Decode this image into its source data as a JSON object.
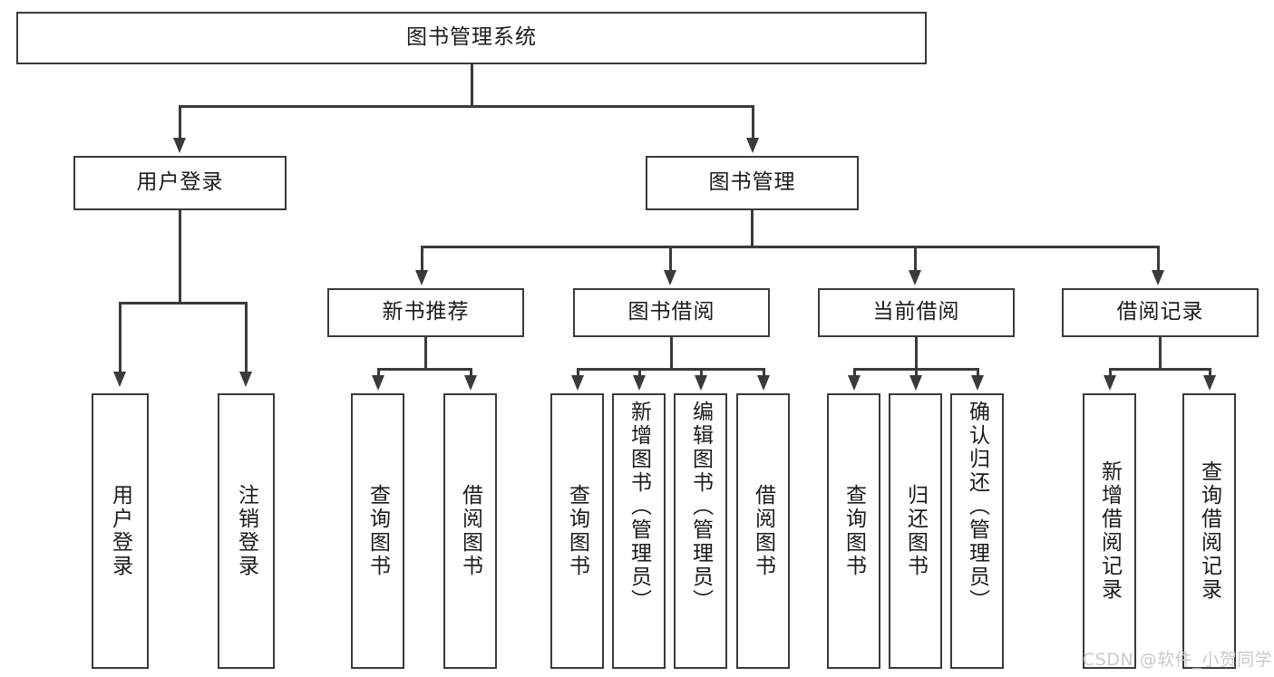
{
  "diagram": {
    "title": "图书管理系统",
    "root": {
      "label": "图书管理系统"
    },
    "level1": [
      {
        "label": "用户登录"
      },
      {
        "label": "图书管理"
      }
    ],
    "level2": [
      {
        "label": "新书推荐"
      },
      {
        "label": "图书借阅"
      },
      {
        "label": "当前借阅"
      },
      {
        "label": "借阅记录"
      }
    ],
    "leaves": {
      "user_login": [
        {
          "label": "用户登录"
        },
        {
          "label": "注销登录"
        }
      ],
      "new_book_recommend": [
        {
          "label": "查询图书"
        },
        {
          "label": "借阅图书"
        }
      ],
      "book_borrow": [
        {
          "label": "查询图书"
        },
        {
          "label": "新增图书（管理员）"
        },
        {
          "label": "编辑图书（管理员）"
        },
        {
          "label": "借阅图书"
        }
      ],
      "current_borrow": [
        {
          "label": "查询图书"
        },
        {
          "label": "归还图书"
        },
        {
          "label": "确认归还（管理员）"
        }
      ],
      "borrow_record": [
        {
          "label": "新增借阅记录"
        },
        {
          "label": "查询借阅记录"
        }
      ]
    }
  },
  "watermark": {
    "text": "CSDN @软件_小贺同学"
  },
  "colors": {
    "stroke": "#3a3a3a",
    "text": "#1a1a1a",
    "background": "#ffffff",
    "watermark": "#c9c9c9"
  }
}
